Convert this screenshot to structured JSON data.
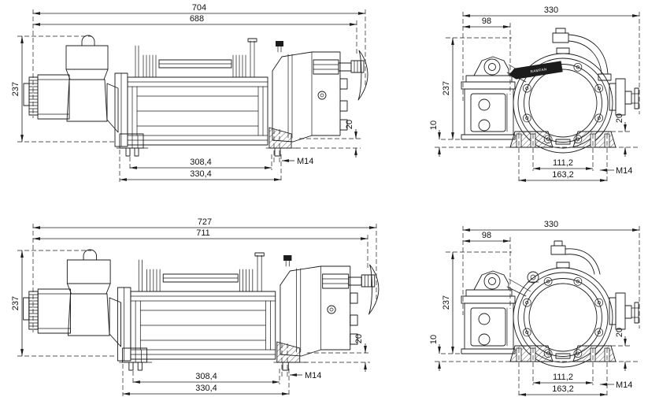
{
  "drawing": {
    "badge_text": "RAMFAN",
    "views": {
      "side_a": {
        "overall": "704",
        "inner": "688",
        "height": "237",
        "foot_height": "20",
        "thread": "M14",
        "span_inner": "308,4",
        "span_outer": "330,4"
      },
      "end_a": {
        "overall": "330",
        "pivot_offset": "98",
        "height": "237",
        "base_gap": "10",
        "foot_height": "20",
        "span_inner": "111,2",
        "span_outer": "163,2",
        "thread": "M14"
      },
      "side_b": {
        "overall": "727",
        "inner": "711",
        "height": "237",
        "foot_height": "20",
        "thread": "M14",
        "span_inner": "308,4",
        "span_outer": "330,4"
      },
      "end_b": {
        "overall": "330",
        "pivot_offset": "98",
        "height": "237",
        "base_gap": "10",
        "foot_height": "20",
        "span_inner": "111,2",
        "span_outer": "163,2",
        "thread": "M14"
      }
    }
  }
}
